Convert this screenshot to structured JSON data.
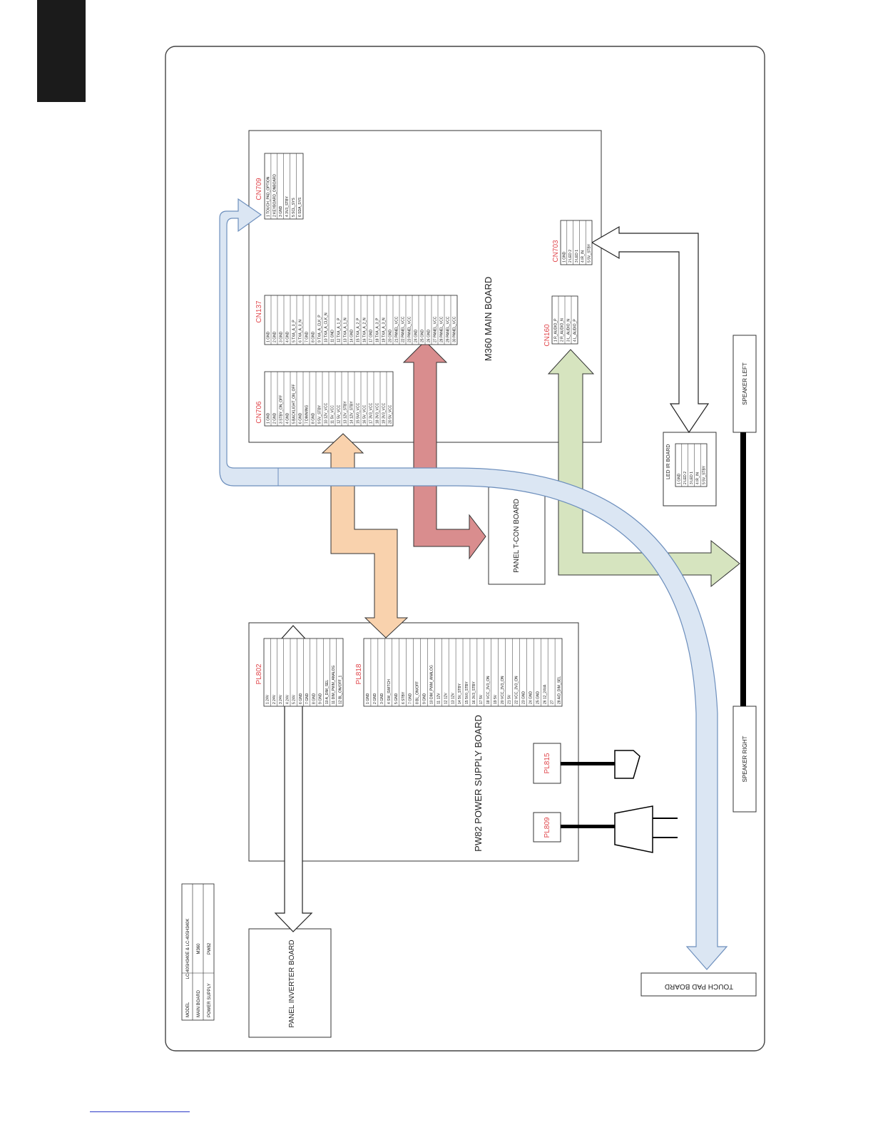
{
  "boards": {
    "main": "M360 MAIN BOARD",
    "power": "PW82 POWER SUPPLY BOARD",
    "tcon": "PANEL T-CON BOARD",
    "inverter": "PANEL INVERTER BOARD",
    "touchpad": "TOUCH PAD BOARD",
    "ledir": "LED IR BOARD",
    "speaker_left": "SPEAKER LEFT",
    "speaker_right": "SPEAKER RIGHT"
  },
  "connectors": {
    "cn709": {
      "name": "CN709",
      "pins": [
        "1 TOUCH_PAD_OPTION",
        "2 KEYBOARD_ONBOARD",
        "3 GND",
        "4 3V3_STBY",
        "5 SCL_SYS",
        "6 SDA_SYS"
      ]
    },
    "cn137": {
      "name": "CN137",
      "pins": [
        "1 GND",
        "2 GND",
        "3 GND",
        "4 GND",
        "5 TXA_A_0_P",
        "6 TXA_A_0_N",
        "7 GND",
        "8 GND",
        "9 TXA_A_CLK_P",
        "10 TXA_A_CLK_N",
        "11 GND",
        "12 TXA_A_1_P",
        "13 TXA_A_1_N",
        "14 GND",
        "15 TXA_A_2_P",
        "16 TXA_A_2_N",
        "17 GND",
        "18 TXA_A_3_P",
        "19 TXA_A_3_N",
        "20 GND",
        "21 PANEL_VCC",
        "22 PANEL_VCC",
        "23 PANEL_VCC",
        "24 GND",
        "25 GND",
        "26 GND",
        "27 PANEL_VCC",
        "28 PANEL_VCC",
        "29 PANEL_VCC",
        "30 PANEL_VCC"
      ]
    },
    "cn706": {
      "name": "CN706",
      "pins": [
        "1 GND",
        "2 GND",
        "3 STBY_ON_OFF",
        "4 GND",
        "5 BACKLIGHT_ON_OFF",
        "6 GND",
        "7 DIMMING",
        "8 GND",
        "9 5V_STBY",
        "10 12V_VCC",
        "11 5V_VCC",
        "12 5V_VCC",
        "13 12V_STBY",
        "14 12V_STBY",
        "15 5V0_VCC",
        "16 5V_VCC",
        "17 3V3_VCC",
        "18 3V3_VCC",
        "19 3V3_VCC",
        "20 5V_VCC"
      ]
    },
    "cn703": {
      "name": "CN703",
      "pins": [
        "1 GND",
        "2 LED 2",
        "3 LED 1",
        "4 IR_IN",
        "5 5V_STBY"
      ]
    },
    "cn160": {
      "name": "CN160",
      "pins": [
        "1 R_AUDIO_P",
        "2 R_AUDIO_N",
        "3 L_AUDIO_N",
        "4 L_AUDIO_P"
      ]
    },
    "ledir": {
      "name": "LED IR BOARD",
      "pins": [
        "1 GND",
        "2 LED 2",
        "3 LED 1",
        "4 IR_IN",
        "5 5V_STBY"
      ]
    },
    "pl802": {
      "name": "PL802",
      "pins": [
        "1 24V",
        "2 24V",
        "3 24V",
        "4 24V",
        "5 24V",
        "6 GND",
        "7 GND",
        "8 GND",
        "9 GND",
        "10 A_DIM_SEL",
        "11 DIM_PWM_ANALOG",
        "12 BL_ON/OFF_1"
      ]
    },
    "pl818": {
      "name": "PL818",
      "pins": [
        "1 GND",
        "2 GND",
        "3 GND",
        "4 SW_SWITCH",
        "5 GND",
        "6 STBY",
        "7 GND",
        "8 BL_ON/OFF",
        "9 GND",
        "10 DIM_PWM_ANALOG",
        "11 12V",
        "12 12V",
        "13 12V",
        "14 5V_STBY",
        "15 5V0_STBY",
        "16 3V3_STBY",
        "17 5V",
        "18 VCC_3V3_ON",
        "19 5V",
        "20 VCC_3V3_ON",
        "21 5V",
        "22 VCC_3V3_ON",
        "23 GND",
        "24 GND",
        "25 GND",
        "26 12_24VA",
        "27",
        "28 A/D_DIM_SEL"
      ]
    },
    "pl815": {
      "name": "PL815"
    },
    "pl809": {
      "name": "PL809"
    }
  },
  "model_table": {
    "rows": [
      [
        "MODEL",
        "LC-40SH340E & LC-40SH340K"
      ],
      [
        "MAIN BOARD",
        "M360"
      ],
      [
        "POWER SUPPLY",
        "PW82"
      ]
    ]
  },
  "colors": {
    "touch_bus": "#dbe6f3",
    "touch_bus_stroke": "#6d8fbd",
    "power_bus": "#f9d2ad",
    "lvds_bus": "#d98d8e",
    "audio_bus": "#d6e4bf",
    "accent_red": "#e0474c"
  }
}
